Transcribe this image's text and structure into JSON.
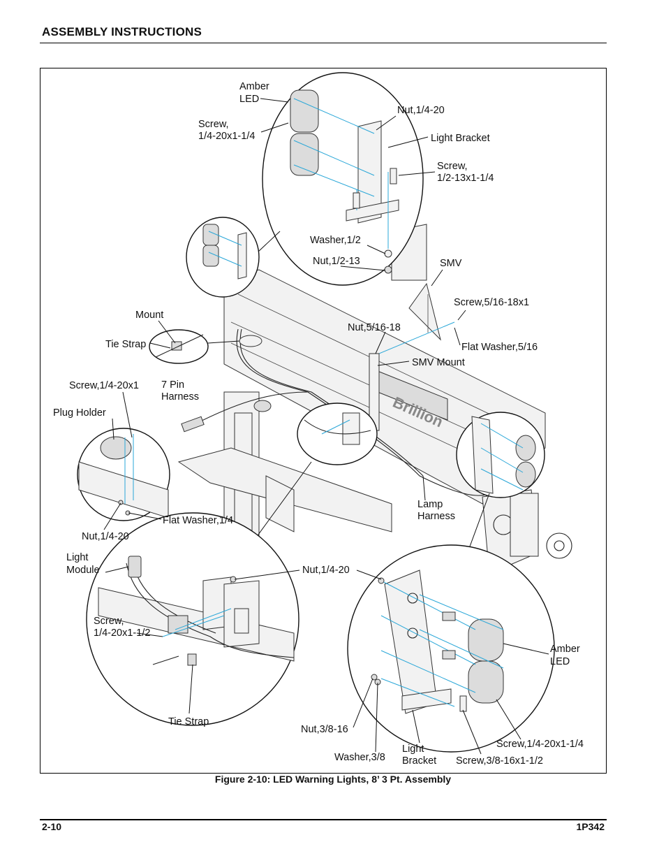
{
  "header": {
    "title": "ASSEMBLY INSTRUCTIONS"
  },
  "figure": {
    "caption": "Figure 2-10:  LED Warning Lights, 8’ 3 Pt. Assembly",
    "brand_mark": "Brillion",
    "labels": {
      "amber_led_top_1": "Amber",
      "amber_led_top_2": "LED",
      "screw_top_1": "Screw,",
      "screw_top_2": "1/4-20x1-1/4",
      "nut_1_4_top": "Nut,1/4-20",
      "light_bracket_top": "Light Bracket",
      "screw_half_1": "Screw,",
      "screw_half_2": "1/2-13x1-1/4",
      "washer_half": "Washer,1/2",
      "nut_half": "Nut,1/2-13",
      "smv": "SMV",
      "screw_5_16": "Screw,5/16-18x1",
      "nut_5_16": "Nut,5/16-18",
      "flat_washer_5_16": "Flat Washer,5/16",
      "smv_mount": "SMV Mount",
      "mount": "Mount",
      "tie_strap_left": "Tie Strap",
      "screw_1_4_20x1": "Screw,1/4-20x1",
      "seven_pin_1": "7 Pin",
      "seven_pin_2": "Harness",
      "plug_holder": "Plug Holder",
      "flat_washer_1_4": "Flat Washer,1/4",
      "nut_1_4_left": "Nut,1/4-20",
      "lamp_harness_1": "Lamp",
      "lamp_harness_2": "Harness",
      "light_module_1": "Light",
      "light_module_2": "Module",
      "nut_1_4_mid": "Nut,1/4-20",
      "screw_bottom_1": "Screw,",
      "screw_bottom_2": "1/4-20x1-1/2",
      "tie_strap_bottom": "Tie Strap",
      "amber_led_right_1": "Amber",
      "amber_led_right_2": "LED",
      "nut_3_8": "Nut,3/8-16",
      "washer_3_8": "Washer,3/8",
      "light_bracket_bottom_1": "Light",
      "light_bracket_bottom_2": "Bracket",
      "screw_3_8": "Screw,3/8-16x1-1/2",
      "screw_bottom_right": "Screw,1/4-20x1-1/4"
    }
  },
  "footer": {
    "page_number": "2-10",
    "doc_code": "1P342"
  }
}
